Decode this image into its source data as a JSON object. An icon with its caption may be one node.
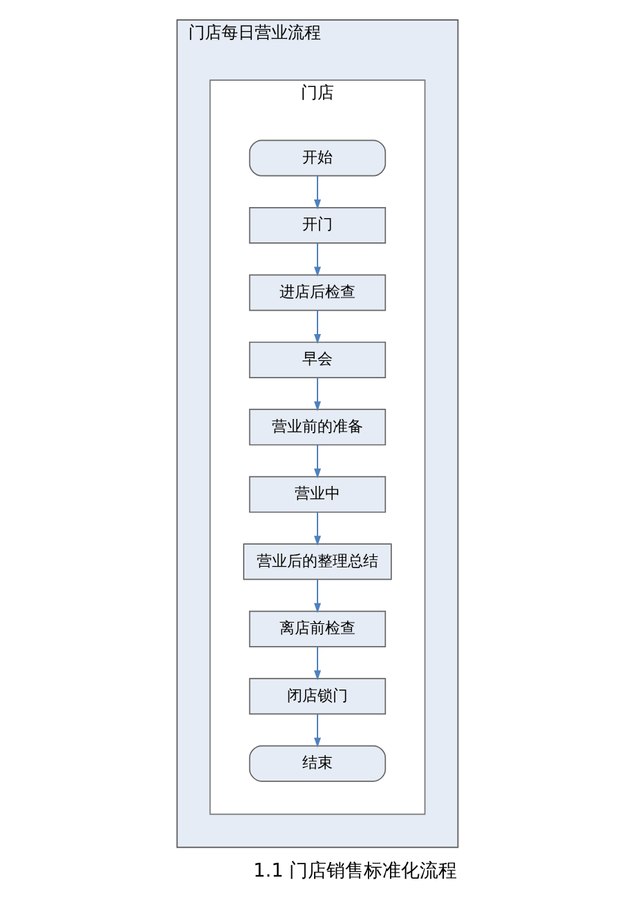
{
  "diagram": {
    "caption": "1.1 门店销售标准化流程",
    "nodes": [
      {
        "text": [
          "门店每日营业流程"
        ]
      },
      {
        "text": [
          "门店"
        ],
        "in": 0
      },
      {
        "text": [
          "开始"
        ],
        "in": 1
      },
      {
        "text": [
          "开门"
        ],
        "in": 1
      },
      {
        "text": [
          "进店后检查"
        ],
        "in": 1
      },
      {
        "text": [
          "早会"
        ],
        "in": 1
      },
      {
        "text": [
          "营业前的准备"
        ],
        "in": 1
      },
      {
        "text": [
          "营业中"
        ],
        "in": 1
      },
      {
        "text": [
          "营业后的整理总结"
        ],
        "in": 1
      },
      {
        "text": [
          "离店前检查"
        ],
        "in": 1
      },
      {
        "text": [
          "闭店锁门"
        ],
        "in": 1
      },
      {
        "text": [
          "结束"
        ],
        "in": 1
      }
    ],
    "edges": [
      {
        "from": 2,
        "to": 3,
        "arrow": "to"
      },
      {
        "from": 3,
        "to": 4,
        "arrow": "to"
      },
      {
        "from": 4,
        "to": 5,
        "arrow": "to"
      },
      {
        "from": 5,
        "to": 6,
        "arrow": "to"
      },
      {
        "from": 6,
        "to": 7,
        "arrow": "to"
      },
      {
        "from": 7,
        "to": 8,
        "arrow": "to"
      },
      {
        "from": 8,
        "to": 9,
        "arrow": "to"
      },
      {
        "from": 9,
        "to": 10,
        "arrow": "to"
      },
      {
        "from": 10,
        "to": 11,
        "arrow": "to"
      }
    ]
  }
}
